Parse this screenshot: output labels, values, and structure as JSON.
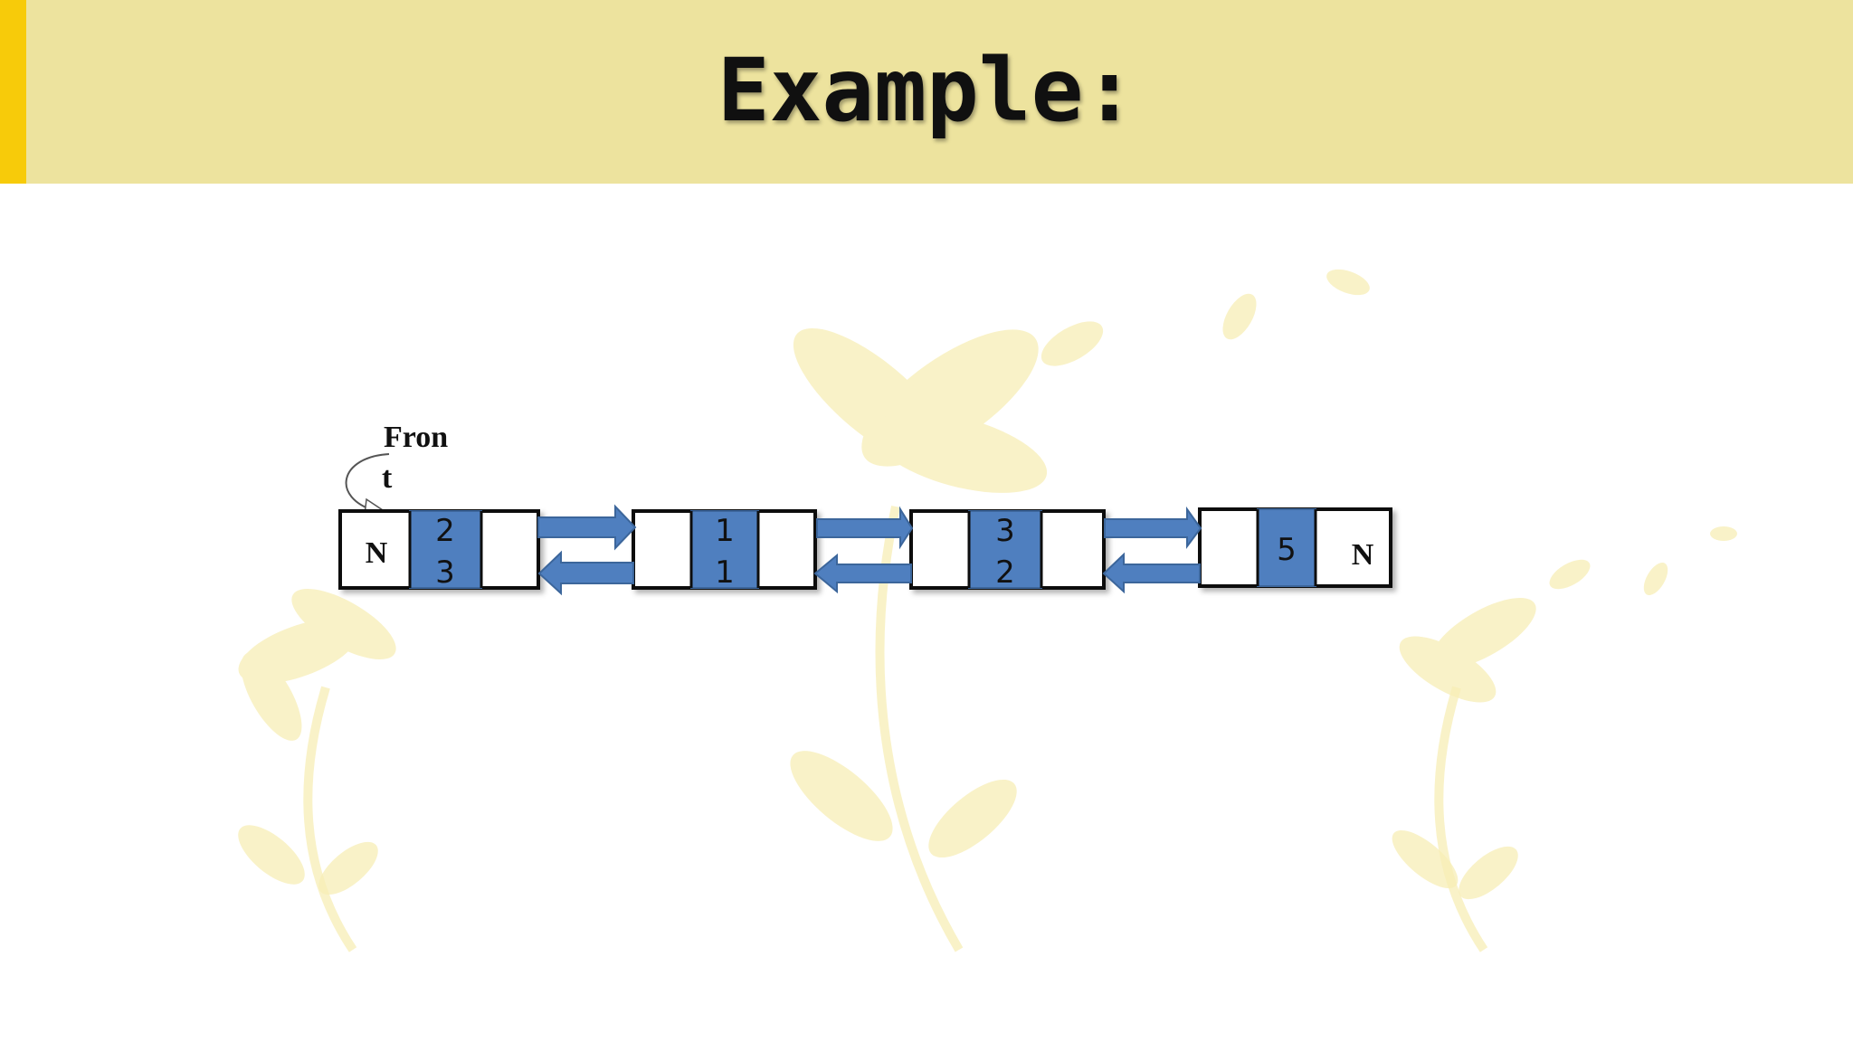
{
  "slide": {
    "title": "Example:",
    "colors": {
      "header_band": "#ede39e",
      "header_accent": "#f7cb0a",
      "node_data_fill": "#4f7fbf",
      "node_border": "#111111",
      "arrow_fill": "#4f7fbf"
    }
  },
  "diagram": {
    "front_label_line1": "Fron",
    "front_label_line2": "t",
    "front_pointer_icon": "curved-arrow-icon",
    "nodes": [
      {
        "prev": "N",
        "data": [
          "2",
          "3"
        ],
        "next": ""
      },
      {
        "prev": "",
        "data": [
          "1",
          "1"
        ],
        "next": ""
      },
      {
        "prev": "",
        "data": [
          "3",
          "2"
        ],
        "next": ""
      },
      {
        "prev": "",
        "data": [
          "5"
        ],
        "next": "N"
      }
    ],
    "links": [
      {
        "direction": "forward",
        "icon": "right-arrow-icon"
      },
      {
        "direction": "backward",
        "icon": "left-arrow-icon"
      }
    ]
  }
}
